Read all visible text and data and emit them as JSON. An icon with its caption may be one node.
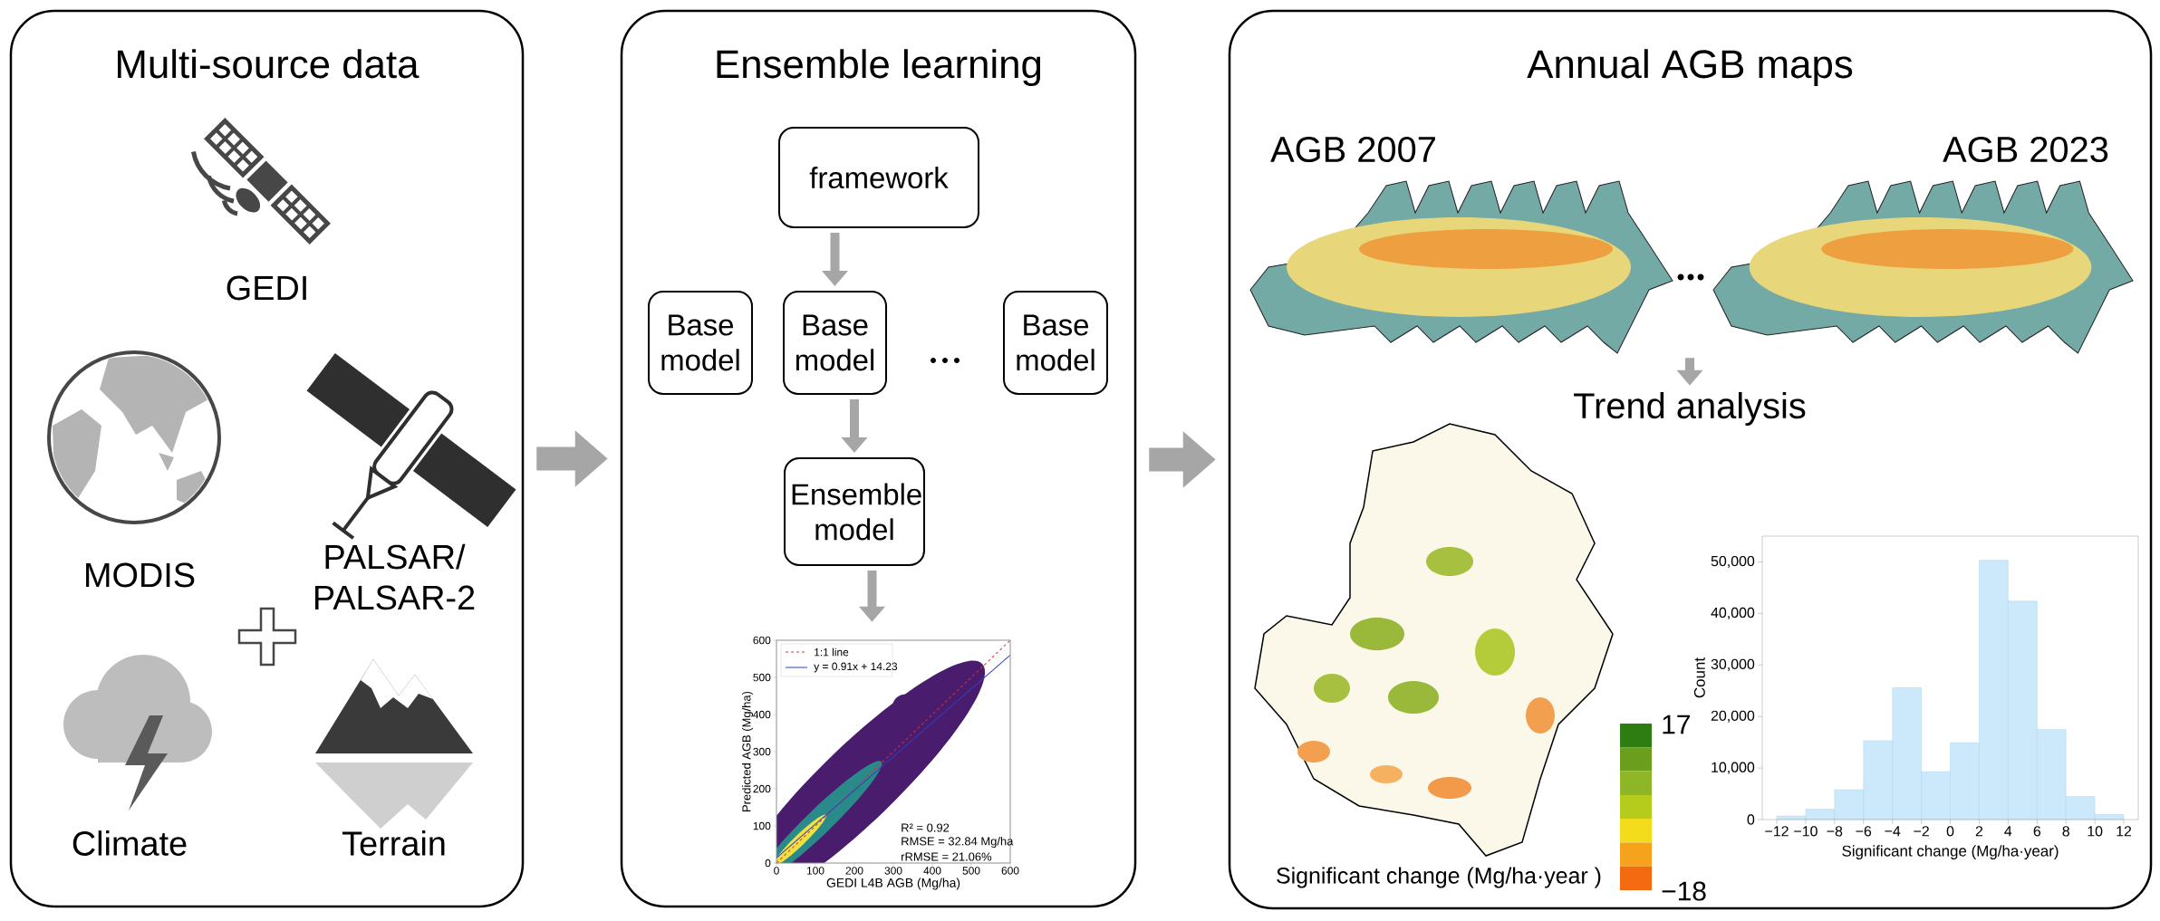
{
  "diagram": {
    "nodes": [
      {
        "text": [
          "Multi-source data"
        ]
      },
      {
        "text": [
          "Ensemble learning"
        ]
      },
      {
        "text": [
          "Annual AGB maps"
        ]
      },
      {
        "text": [
          "framework"
        ],
        "in": 1
      },
      {
        "text": [
          "Base model"
        ],
        "in": 1
      },
      {
        "text": [
          "Base model"
        ],
        "in": 1
      },
      {
        "text": [
          "Base model"
        ],
        "in": 1
      },
      {
        "text": [
          "Ensemble model"
        ],
        "in": 1
      },
      {
        "text": [],
        "shape": "chart",
        "in": 1
      },
      {
        "text": [],
        "shape": "picture",
        "in": 2
      },
      {
        "text": [
          "Trend analysis"
        ],
        "in": 2
      }
    ],
    "edges": [
      {
        "from": 0,
        "to": 1,
        "arrow": "to",
        "style": "thick"
      },
      {
        "from": 1,
        "to": 2,
        "arrow": "to",
        "style": "thick"
      },
      {
        "from": 3,
        "to": 5,
        "arrow": "to"
      },
      {
        "from": 5,
        "to": 7,
        "arrow": "to"
      },
      {
        "from": 7,
        "to": 8,
        "arrow": "to"
      },
      {
        "from": 9,
        "to": 10,
        "arrow": "to"
      }
    ],
    "labels": [
      "GEDI",
      "MODIS",
      "PALSAR/ PALSAR-2",
      "Climate",
      "Terrain",
      "1:1 line",
      "y = 0.91x + 14.23",
      "R² = 0.92",
      "RMSE = 32.84 Mg/ha",
      "rRMSE = 21.06%",
      "Predicted AGB (Mg/ha)",
      "0",
      "100",
      "200",
      "300",
      "400",
      "500",
      "600",
      "0",
      "100",
      "200",
      "300",
      "400",
      "500",
      "600",
      "GEDI L4B AGB (Mg/ha)",
      "AGB 2007",
      "AGB 2023",
      "17",
      "−18",
      "Significant change (Mg/ha·year )"
    ],
    "chart_data": {
      "type": "bar",
      "xlabel": "Significant change (Mg/ha·year)",
      "ylabel": "Count",
      "x": [
        -11,
        -9,
        -7,
        -5,
        -3,
        -1,
        1,
        3,
        5,
        7,
        9,
        11
      ],
      "series": [
        {
          "color": "#cce8fb",
          "values": [
            700,
            2000,
            5800,
            15300,
            25600,
            9300,
            14900,
            50300,
            42400,
            17500,
            4500,
            1000
          ]
        }
      ],
      "xlim": [
        -13,
        13
      ],
      "ylim": [
        0,
        55000
      ],
      "xticks": [
        {
          "value": -12,
          "label": "−12"
        },
        {
          "value": -10,
          "label": "−10"
        },
        {
          "value": -8,
          "label": "−8"
        },
        {
          "value": -6,
          "label": "−6"
        },
        {
          "value": -4,
          "label": "−4"
        },
        {
          "value": -2,
          "label": "−2"
        },
        {
          "value": 0,
          "label": "0"
        },
        {
          "value": 2,
          "label": "2"
        },
        {
          "value": 4,
          "label": "4"
        },
        {
          "value": 6,
          "label": "6"
        },
        {
          "value": 8,
          "label": "8"
        },
        {
          "value": 10,
          "label": "10"
        },
        {
          "value": 12,
          "label": "12"
        }
      ],
      "yticks": [
        {
          "value": 0,
          "label": "0"
        },
        {
          "value": 10000,
          "label": "10,000"
        },
        {
          "value": 20000,
          "label": "20,000"
        },
        {
          "value": 30000,
          "label": "30,000"
        },
        {
          "value": 40000,
          "label": "40,000"
        },
        {
          "value": 50000,
          "label": "50,000"
        }
      ]
    }
  }
}
